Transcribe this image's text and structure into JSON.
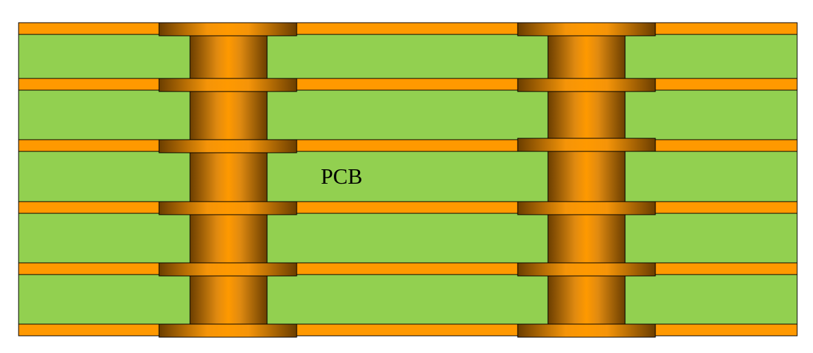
{
  "diagram": {
    "label": "PCB",
    "layer_count": 6,
    "dielectric_count": 5,
    "via_count": 2,
    "colors": {
      "copper": "#ff9900",
      "copper_dark": "#6b3e00",
      "substrate": "#92d050",
      "outline": "#000000",
      "background": "#ffffff"
    }
  }
}
